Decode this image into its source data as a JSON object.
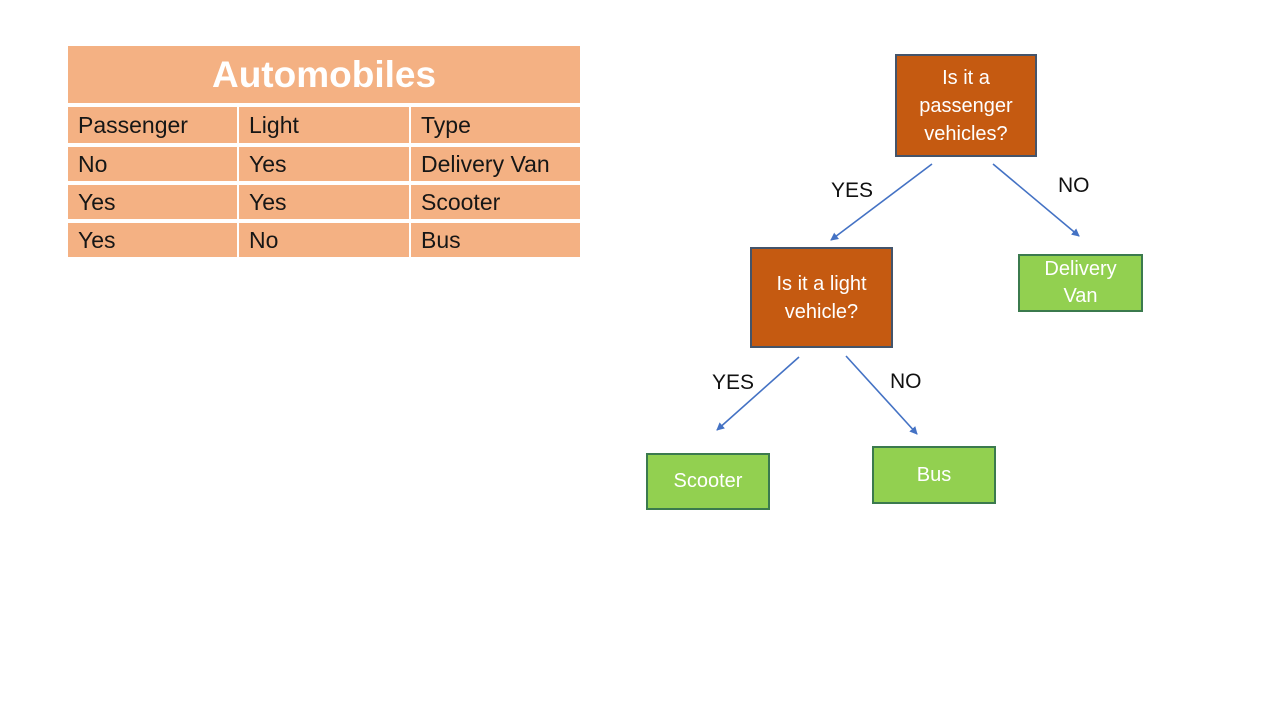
{
  "slide": {
    "background": "#FFFFFF"
  },
  "table": {
    "title": "Automobiles",
    "headers": [
      "Passenger",
      "Light",
      "Type"
    ],
    "rows": [
      [
        "No",
        "Yes",
        "Delivery Van"
      ],
      [
        "Yes",
        "Yes",
        "Scooter"
      ],
      [
        "Yes",
        "No",
        "Bus"
      ]
    ],
    "colors": {
      "cell_fill": "#F4B183",
      "title_text": "#FFFFFF",
      "cell_text": "#161616",
      "separator": "#FFFFFF"
    }
  },
  "tree": {
    "nodes": [
      {
        "id": "root",
        "label": "Is it a passenger vehicles?",
        "type": "decision"
      },
      {
        "id": "light",
        "label": "Is it a light vehicle?",
        "type": "decision"
      },
      {
        "id": "delivery-van",
        "label": "Delivery Van",
        "type": "leaf"
      },
      {
        "id": "scooter",
        "label": "Scooter",
        "type": "leaf"
      },
      {
        "id": "bus",
        "label": "Bus",
        "type": "leaf"
      }
    ],
    "edges": [
      {
        "from": "root",
        "to": "light",
        "label": "YES"
      },
      {
        "from": "root",
        "to": "delivery-van",
        "label": "NO"
      },
      {
        "from": "light",
        "to": "scooter",
        "label": "YES"
      },
      {
        "from": "light",
        "to": "bus",
        "label": "NO"
      }
    ],
    "colors": {
      "decision_fill": "#C55A11",
      "decision_border": "#44546A",
      "leaf_fill": "#92D050",
      "leaf_border": "#3B7A4E",
      "arrow": "#4472C4",
      "node_text": "#FFFFFF",
      "edge_label_text": "#111111"
    }
  }
}
